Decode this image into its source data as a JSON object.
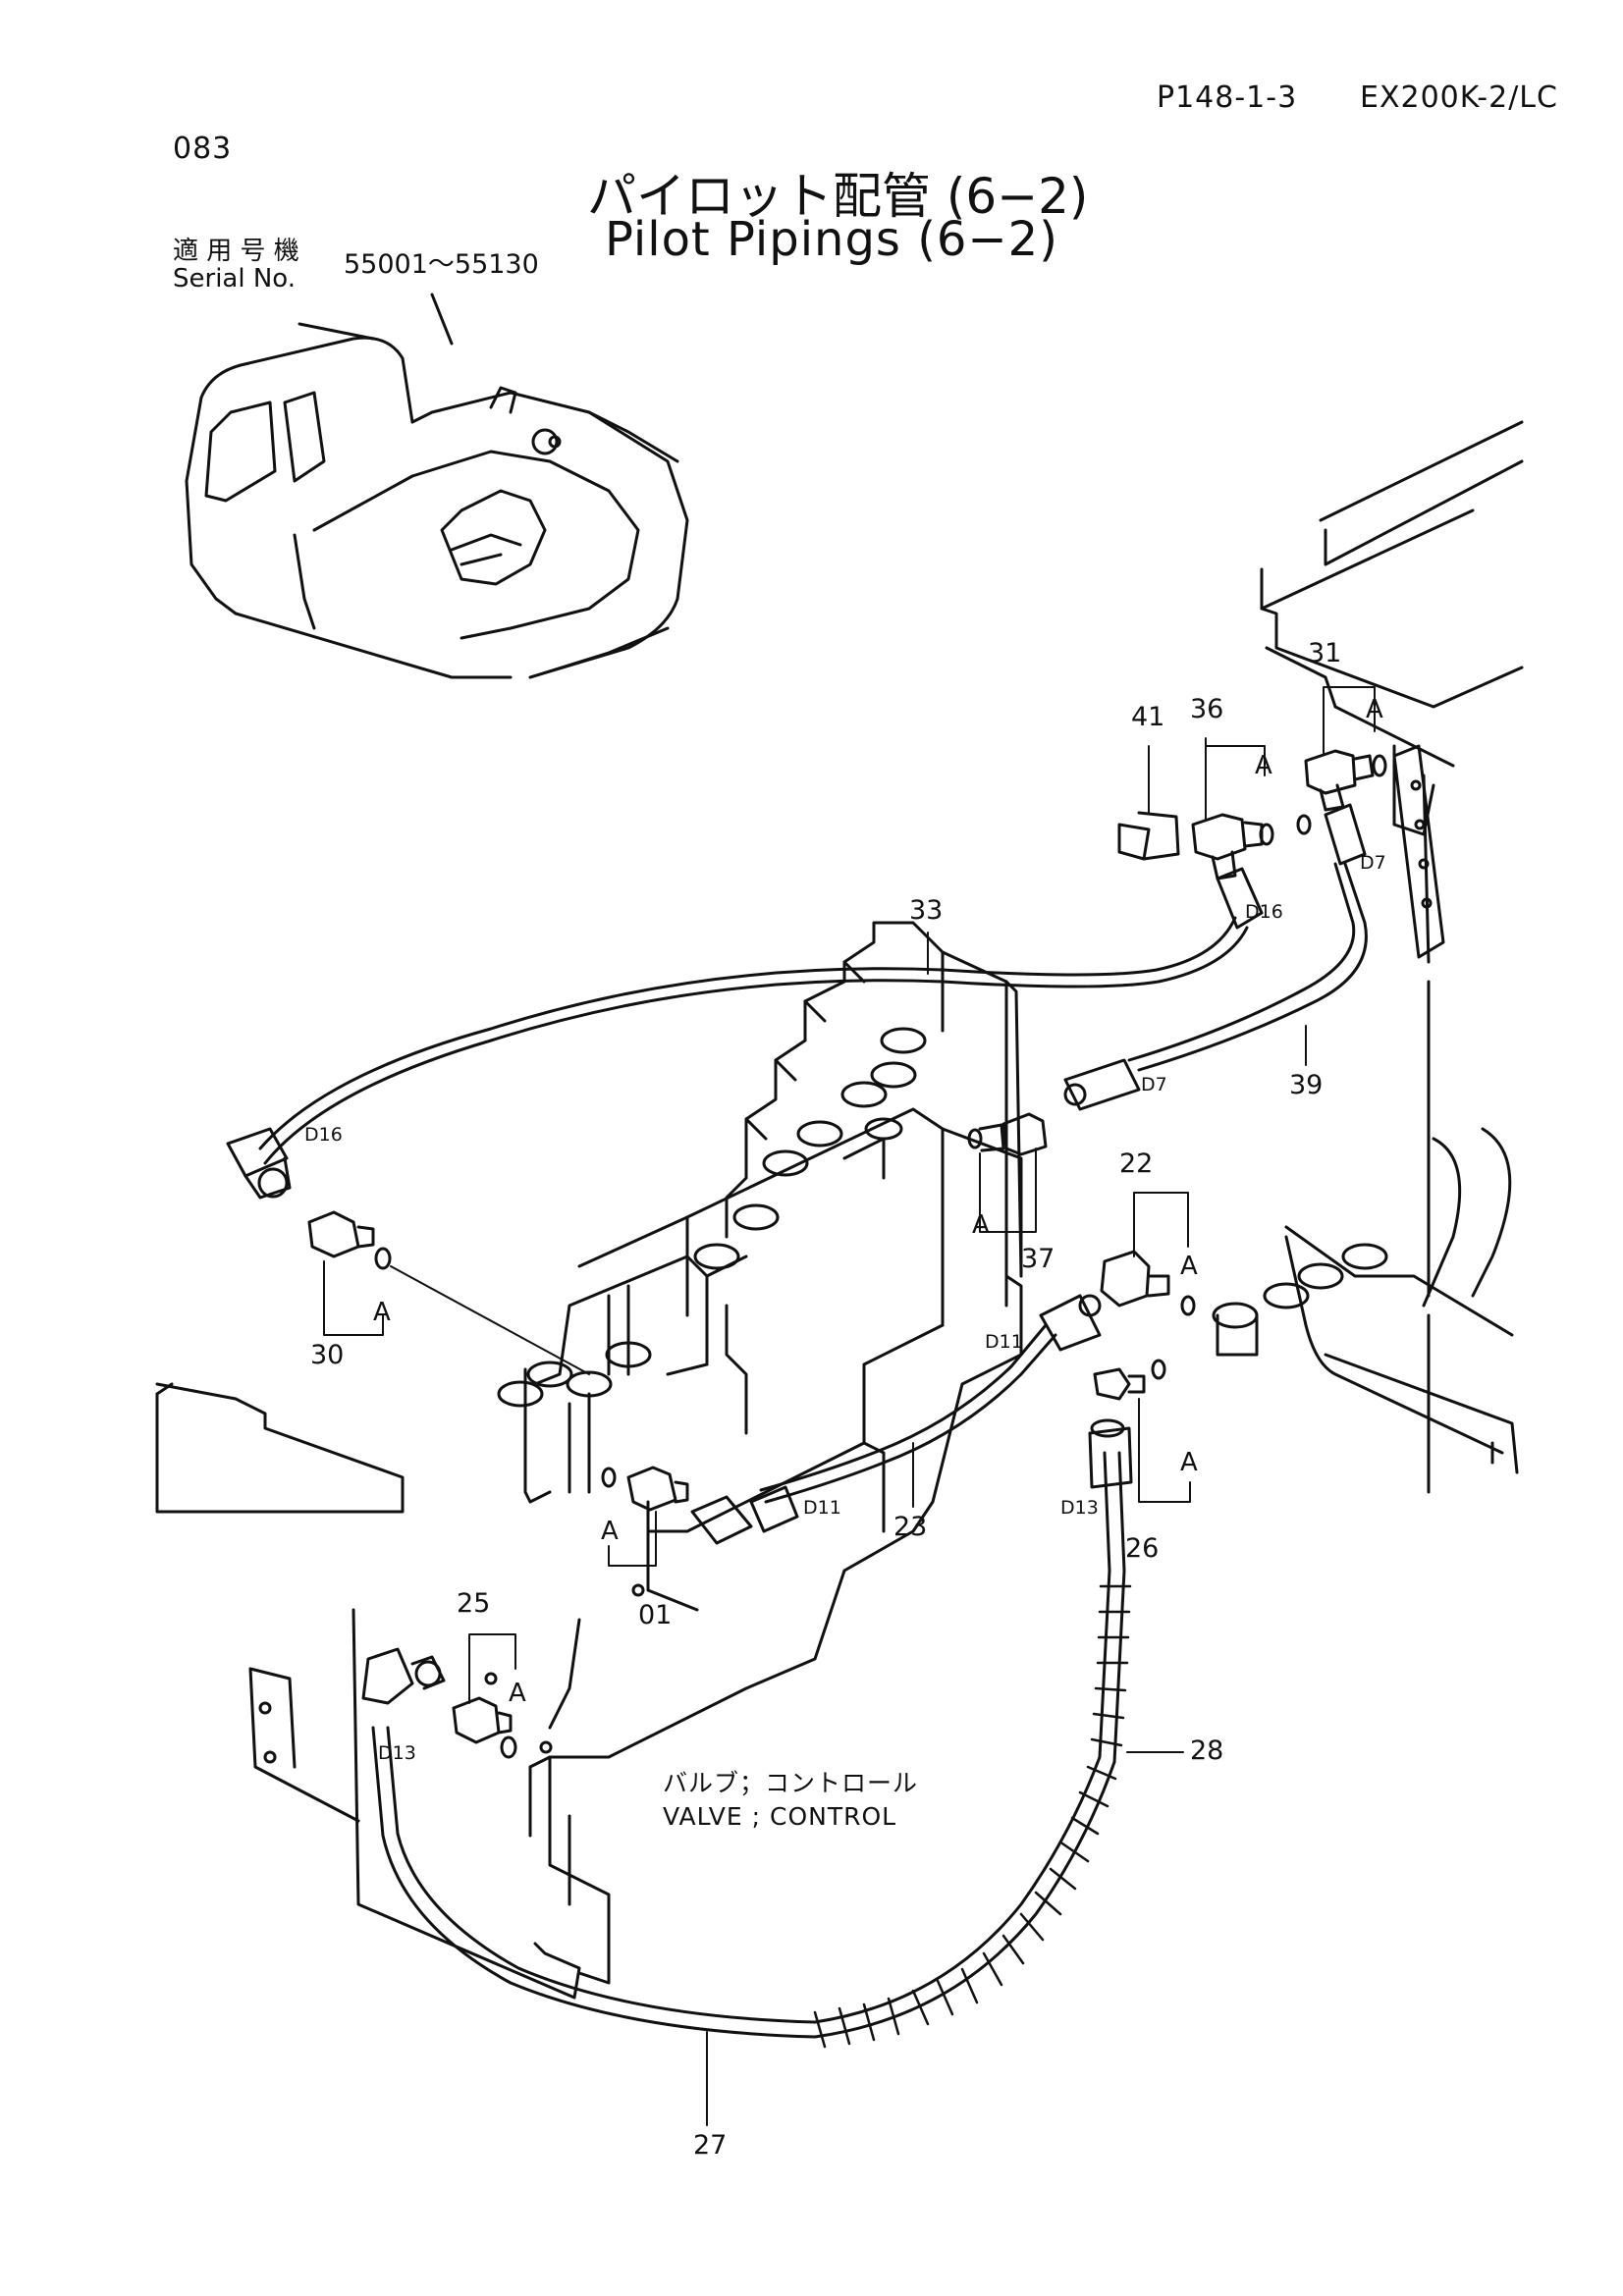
{
  "header": {
    "page_ref": "P148-1-3",
    "model": "EX200K-2/LC",
    "page_no": "083"
  },
  "title": {
    "jp": "パイロット配管 (6−2)",
    "en": "Pilot Pipings (6−2)"
  },
  "serial": {
    "label_jp": "適 用 号 機",
    "label_en": "Serial No.",
    "range": "55001〜55130"
  },
  "parts": {
    "p41": "41",
    "p36": "36",
    "p31": "31",
    "p33": "33",
    "p39": "39",
    "p22": "22",
    "p37": "37",
    "p30": "30",
    "p23": "23",
    "p26": "26",
    "p01": "01",
    "p25": "25",
    "p28": "28",
    "p27": "27"
  },
  "hose_labels": {
    "d16_top": "D16",
    "d7_top": "D7",
    "d16_left": "D16",
    "d7_mid": "D7",
    "d11_right": "D11",
    "d11_lower": "D11",
    "d13_right": "D13",
    "d13_left": "D13"
  },
  "a_marker": "A",
  "valve_label": {
    "jp": "バルブ；コントロール",
    "en": "VALVE ; CONTROL"
  }
}
